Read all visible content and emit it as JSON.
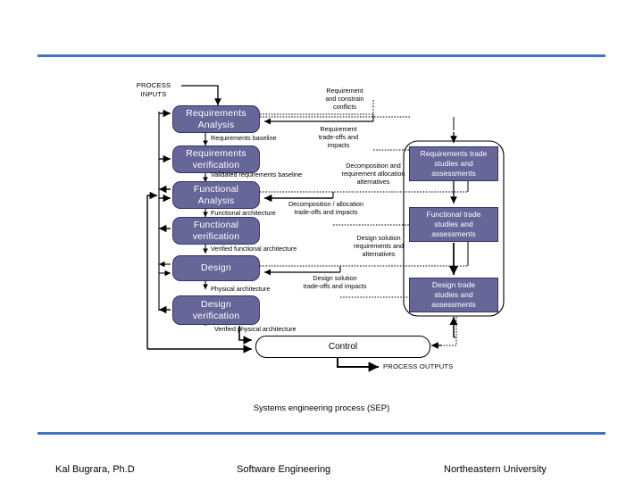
{
  "slide": {
    "caption": "Systems engineering process (SEP)",
    "accent_color": "#4372C4",
    "box_fill": "#666699",
    "box_border": "#333366"
  },
  "diagram": {
    "inputs_label": "PROCESS\nINPUTS",
    "inputs_label_line1": "PROCESS",
    "inputs_label_line2": "INPUTS",
    "outputs_label": "PROCESS OUTPUTS",
    "control_label": "Control",
    "process_boxes": [
      {
        "id": "requirements-analysis",
        "line1": "Requirements",
        "line2": "Analysis"
      },
      {
        "id": "requirements-verification",
        "line1": "Requirements",
        "line2": "verification"
      },
      {
        "id": "functional-analysis",
        "line1": "Functional",
        "line2": "Analysis"
      },
      {
        "id": "functional-verification",
        "line1": "Functional",
        "line2": "verification"
      },
      {
        "id": "design",
        "line1": "Design",
        "line2": ""
      },
      {
        "id": "design-verification",
        "line1": "Design",
        "line2": "verification"
      }
    ],
    "trade_boxes": [
      {
        "id": "requirements-trade",
        "line1": "Requirements trade",
        "line2": "studies and",
        "line3": "assessments"
      },
      {
        "id": "functional-trade",
        "line1": "Functional trade",
        "line2": "studies and",
        "line3": "assessments"
      },
      {
        "id": "design-trade",
        "line1": "Design trade",
        "line2": "studies and",
        "line3": "assessments"
      }
    ],
    "flow_labels": [
      {
        "id": "requirements-baseline",
        "text": "Requirements baseline"
      },
      {
        "id": "validated-requirements-baseline",
        "text": "Validated requirements baseline"
      },
      {
        "id": "functional-architecture",
        "text": "Functional architecture"
      },
      {
        "id": "verified-functional-architecture",
        "text": "Verified functional architecture"
      },
      {
        "id": "physical-architecture",
        "text": "Physical architecture"
      },
      {
        "id": "verified-physical-architecture",
        "text": "Verified physical architecture"
      }
    ],
    "feedback_labels": [
      {
        "id": "requirement-constrain-conflicts",
        "line1": "Requirement",
        "line2": "and constrain",
        "line3": "conflicts"
      },
      {
        "id": "requirement-tradeoffs-impacts",
        "line1": "Requirement",
        "line2": "trade-offs and",
        "line3": "impacts"
      },
      {
        "id": "decomposition-requirement-allocation",
        "line1": "Decomposition and",
        "line2": "requirement allocation",
        "line3": "alternatives"
      },
      {
        "id": "decomposition-allocation-tradeoffs",
        "line1": "Decomposition / allocation",
        "line2": "trade-offs and impacts",
        "line3": ""
      },
      {
        "id": "design-solution-requirements",
        "line1": "Design solution",
        "line2": "requirements and",
        "line3": "alternatives"
      },
      {
        "id": "design-solution-tradeoffs",
        "line1": "Design solution",
        "line2": "trade-offs and impacts",
        "line3": ""
      }
    ]
  },
  "footer": {
    "author": "Kal Bugrara, Ph.D",
    "course": "Software Engineering",
    "organization": "Northeastern University"
  }
}
